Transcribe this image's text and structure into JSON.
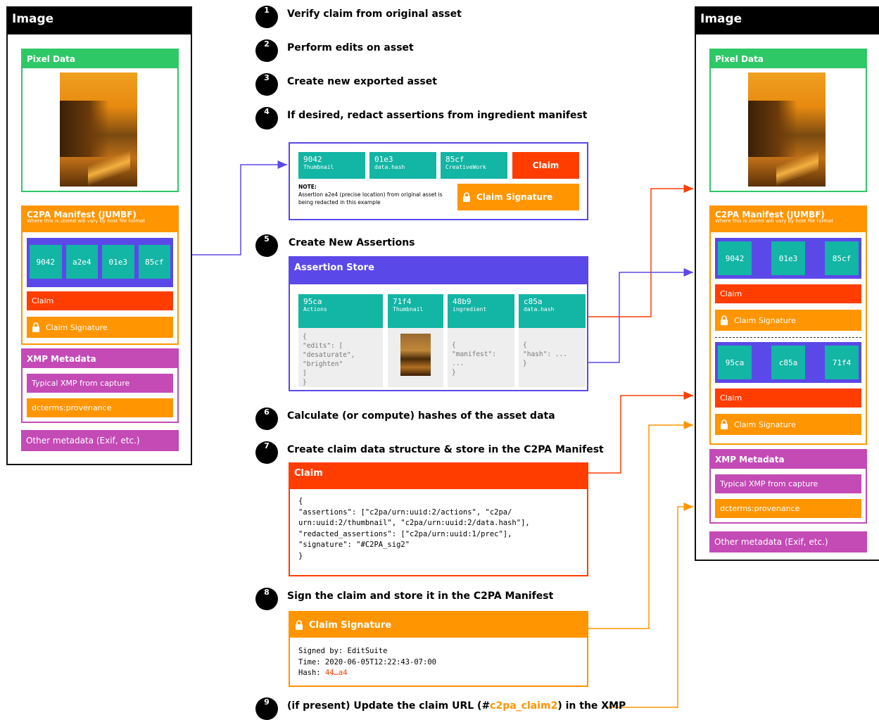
{
  "left": {
    "title": "Image",
    "pixel_data": "Pixel Data",
    "manifest_title": "C2PA Manifest (JUMBF)",
    "manifest_sub": "Where this is stored will vary by host file format",
    "tiles": [
      "9042",
      "a2e4",
      "01e3",
      "85cf"
    ],
    "claim": "Claim",
    "claim_signature": "Claim Signature",
    "xmp_title": "XMP Metadata",
    "xmp_capture": "Typical XMP from capture",
    "xmp_provenance": "dcterms:provenance",
    "other_meta": "Other metadata (Exif, etc.)"
  },
  "right": {
    "title": "Image",
    "pixel_data": "Pixel Data",
    "manifest_title": "C2PA Manifest (JUMBF)",
    "manifest_sub": "Where this is stored will vary by host file format",
    "tiles_a": [
      "9042",
      "01e3",
      "85cf"
    ],
    "claim_a": "Claim",
    "claim_signature_a": "Claim Signature",
    "tiles_b": [
      "95ca",
      "c85a",
      "71f4"
    ],
    "claim_b": "Claim",
    "claim_signature_b": "Claim Signature",
    "xmp_title": "XMP Metadata",
    "xmp_capture": "Typical XMP from capture",
    "xmp_provenance": "dcterms:provenance",
    "other_meta": "Other metadata (Exif, etc.)"
  },
  "steps": [
    {
      "num": "1",
      "text": "Verify claim from original asset"
    },
    {
      "num": "2",
      "text": "Perform edits on asset"
    },
    {
      "num": "3",
      "text": "Create new exported asset"
    },
    {
      "num": "4",
      "text": "If desired, redact assertions from ingredient manifest"
    },
    {
      "num": "5",
      "text": "Create New Assertions"
    },
    {
      "num": "6",
      "text": "Calculate (or compute) hashes of the asset data"
    },
    {
      "num": "7",
      "text": "Create claim data structure & store in the C2PA Manifest"
    },
    {
      "num": "8",
      "text": "Sign the claim and store it in the C2PA Manifest"
    },
    {
      "num": "9",
      "pre": "(if present) Update the claim URL (#",
      "link": "c2pa_claim2",
      "post": ") in the XMP"
    }
  ],
  "redact_box": {
    "tiles": [
      {
        "id": "9042",
        "kind": "Thumbnail"
      },
      {
        "id": "01e3",
        "kind": "data.hash"
      },
      {
        "id": "85cf",
        "kind": "CreativeWork"
      }
    ],
    "claim": "Claim",
    "note_label": "NOTE:",
    "note_text": "Assertion a2e4 (precise location) from original asset is being redacted in this example",
    "claim_signature": "Claim Signature"
  },
  "assertion_store": {
    "title": "Assertion Store",
    "cards": [
      {
        "id": "95ca",
        "kind": "Actions",
        "body": "{\n\"edits\": [\n\"desaturate\",\n\"brighten\"\n]\n}"
      },
      {
        "id": "71f4",
        "kind": "Thumbnail",
        "body": ""
      },
      {
        "id": "48b9",
        "kind": "ingredient",
        "body": "{\n\"manifest\":\n...\n}"
      },
      {
        "id": "c85a",
        "kind": "data.hash",
        "body": "{\n\"hash\": ...\n}"
      }
    ]
  },
  "claim_box": {
    "title": "Claim",
    "body": "{\n\"assertions\": [\"c2pa/urn:uuid:2/actions\", \"c2pa/\nurn:uuid:2/thumbnail\", \"c2pa/urn:uuid:2/data.hash\"],\n\"redacted_assertions\": [\"c2pa/urn:uuid:1/prec\"],\n\"signature\": \"#C2PA_sig2\"\n}"
  },
  "signature_box": {
    "title": "Claim Signature",
    "signed_by": "Signed by: EditSuite",
    "time": "Time: 2020-06-05T12:22:43-07:00",
    "hash_label": "Hash: ",
    "hash_value": "44…a4"
  },
  "colors": {
    "green": "#2ec866",
    "orange": "#ff9500",
    "red": "#ff3d00",
    "purple": "#c44ab6",
    "blue": "#5b48e8",
    "teal": "#13b5a5"
  }
}
